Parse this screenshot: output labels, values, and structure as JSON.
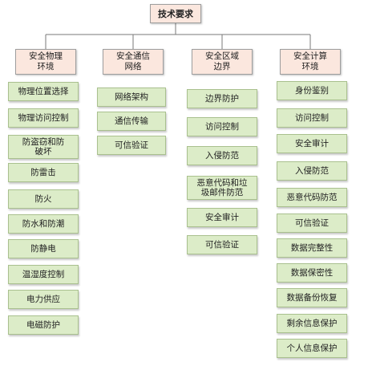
{
  "root": "技术要求",
  "categories": [
    {
      "label": "安全物理\n环境",
      "items": [
        "物理位置选择",
        "物理访问控制",
        "防盗窃和防\n破坏",
        "防雷击",
        "防火",
        "防水和防潮",
        "防静电",
        "温湿度控制",
        "电力供应",
        "电磁防护"
      ]
    },
    {
      "label": "安全通信\n网络",
      "items": [
        "网络架构",
        "通信传输",
        "可信验证"
      ]
    },
    {
      "label": "安全区域\n边界",
      "items": [
        "边界防护",
        "访问控制",
        "入侵防范",
        "恶意代码和垃\n圾邮件防范",
        "安全审计",
        "可信验证"
      ]
    },
    {
      "label": "安全计算\n环境",
      "items": [
        "身份鉴别",
        "访问控制",
        "安全审计",
        "入侵防范",
        "恶意代码防范",
        "可信验证",
        "数据完整性",
        "数据保密性",
        "数据备份恢复",
        "剩余信息保护",
        "个人信息保护"
      ]
    }
  ],
  "colors": {
    "category_fill": "#fbe7de",
    "item_fill": "#dcecc8",
    "line": "#7a7a7a"
  }
}
